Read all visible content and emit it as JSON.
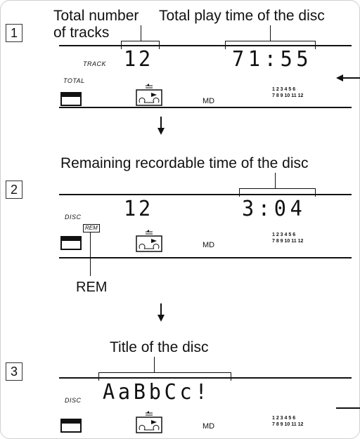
{
  "steps": [
    {
      "number": "1",
      "captions": {
        "left": "Total number\nof tracks",
        "right": "Total play time of the disc"
      },
      "labels": {
        "track": "TRACK",
        "total": "TOTAL"
      },
      "display_left": "12",
      "display_right": "71:55",
      "md": "MD",
      "track_numbers": "1 2 3 4 5 6\n7 8 9 10 11 12"
    },
    {
      "number": "2",
      "captions": {
        "right": "Remaining recordable time of the disc"
      },
      "labels": {
        "disc": "DISC",
        "rem_box": "REM",
        "rem_caption": "REM"
      },
      "display_left": "12",
      "display_right": "3:04",
      "md": "MD",
      "track_numbers": "1 2 3 4 5 6\n7 8 9 10 11 12"
    },
    {
      "number": "3",
      "captions": {
        "center": "Title of the disc"
      },
      "labels": {
        "disc": "DISC"
      },
      "display_title": "AaBbCc!",
      "md": "MD",
      "track_numbers": "1 2 3 4 5 6\n7 8 9 10 11 12"
    }
  ],
  "icons": {
    "down_arrow": "arrow-down-icon",
    "side_arrow": "arrow-left-icon",
    "disc_symbol": "disc-cassette-icon",
    "segment_block": "display-block-icon"
  }
}
